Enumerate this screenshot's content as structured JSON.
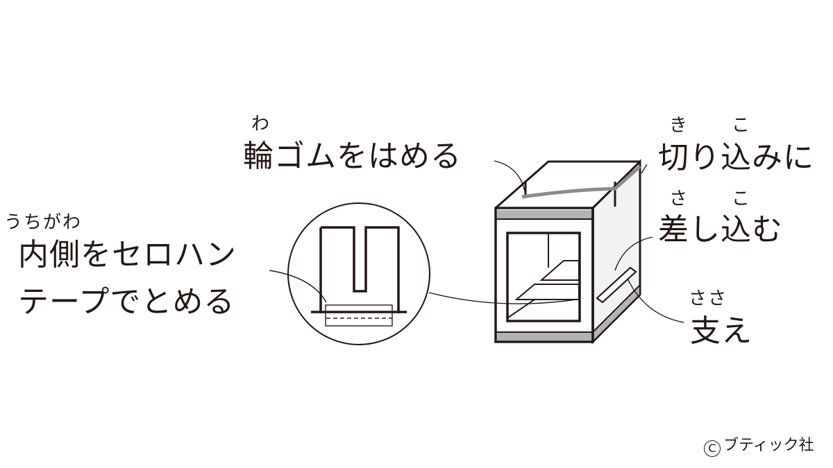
{
  "labels": {
    "rubber_band": {
      "main": "輪ゴムをはめる",
      "ruby": "わ"
    },
    "inside_tape": {
      "line1": "内側をセロハン",
      "line2": "テープでとめる",
      "ruby": "うちがわ"
    },
    "insert_slit": {
      "line1": "切り込みに",
      "line2": "差し込む",
      "ruby1a": "き",
      "ruby1b": "こ",
      "ruby2a": "さ",
      "ruby2b": "こ"
    },
    "support": {
      "main": "支え",
      "ruby": "ささ"
    }
  },
  "copyright": {
    "mark": "C",
    "text": "ブティック社"
  },
  "colors": {
    "ink": "#231815",
    "gray_band": "#b3b3b3",
    "rubber": "#8c8c8c",
    "side_panel": "#f2f2f2"
  }
}
